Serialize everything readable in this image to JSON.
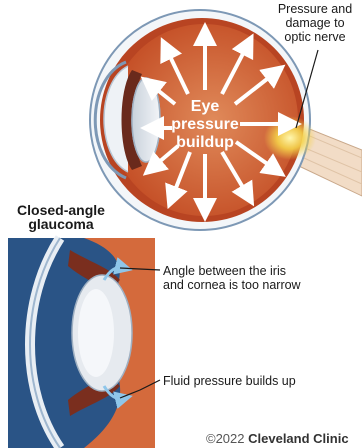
{
  "labels": {
    "pressure_line1": "Pressure and",
    "pressure_line2": "damage to",
    "pressure_line3": "optic nerve",
    "eye_line1": "Eye",
    "eye_line2": "pressure",
    "eye_line3": "buildup",
    "closed_line1": "Closed-angle",
    "closed_line2": "glaucoma",
    "angle_line1": "Angle between the iris",
    "angle_line2": "and cornea is too narrow",
    "fluid": "Fluid pressure builds up",
    "credit_prefix": "©2022",
    "credit_brand": "Cleveland Clinic"
  },
  "colors": {
    "eyeball": "#c9542c",
    "eyeball_inner": "#d8774a",
    "eye_outline": "#6f8fb0",
    "lens": "#e4e8ee",
    "optic_glow": "#f6d64a",
    "inset_bg": "#2c5a8c",
    "inset_tissue": "#d46a3c",
    "arrow": "#ffffff"
  }
}
